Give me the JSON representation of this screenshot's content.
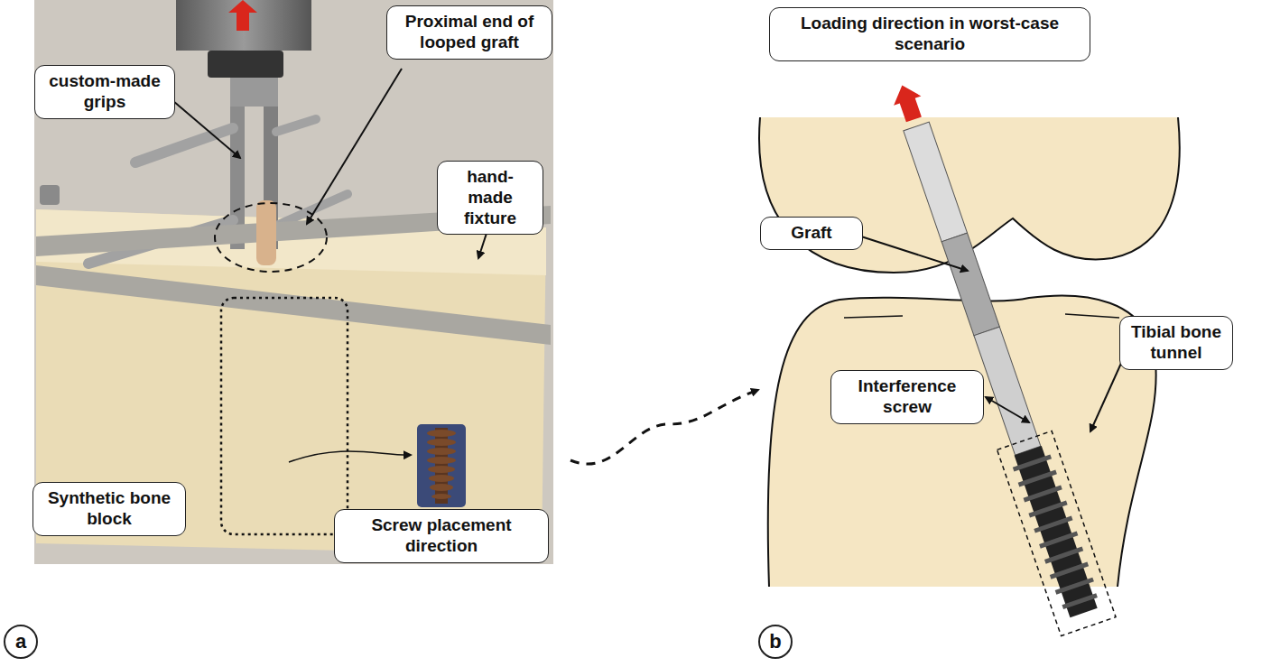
{
  "diagram": {
    "nodes": [
      {
        "text": [
          "custom-made grips"
        ]
      },
      {
        "text": [
          "Proximal end of looped graft"
        ]
      },
      {
        "text": [
          "hand-made fixture"
        ]
      },
      {
        "text": [
          "Synthetic bone block"
        ]
      },
      {
        "text": [
          "Screw placement direction"
        ]
      },
      {
        "text": [
          "Loading direction in worst-case scenario"
        ]
      },
      {
        "text": [
          "Graft"
        ]
      },
      {
        "text": [
          "Interference screw"
        ]
      },
      {
        "text": [
          "Tibial bone tunnel"
        ]
      },
      {
        "text": [
          "a"
        ]
      },
      {
        "text": [
          "b"
        ]
      }
    ]
  }
}
